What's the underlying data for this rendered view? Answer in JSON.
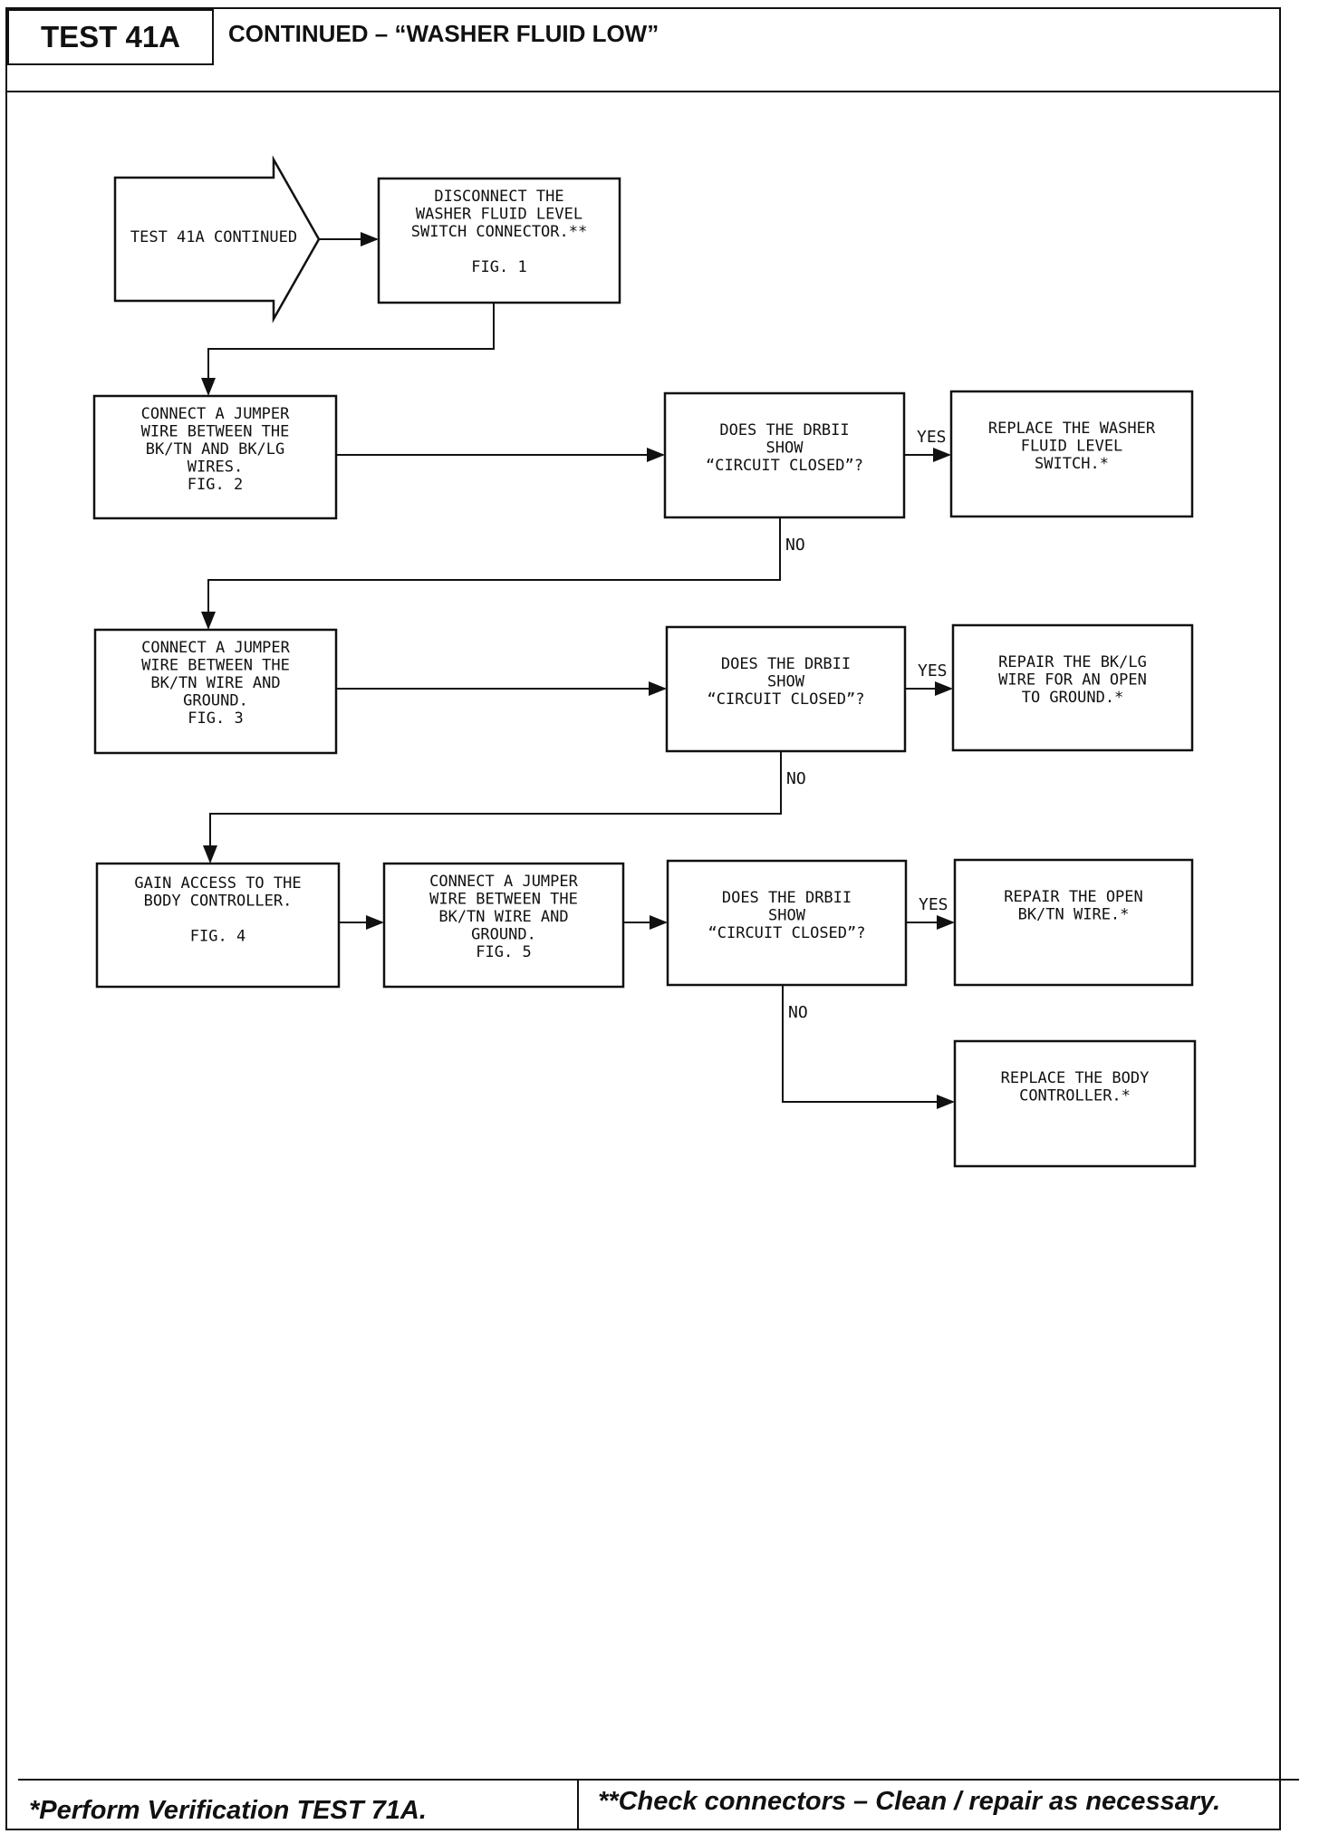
{
  "header": {
    "test_label": "TEST 41A",
    "title": "CONTINUED – “WASHER FLUID LOW”"
  },
  "flowchart": {
    "start": "TEST 41A CONTINUED",
    "nodes": [
      {
        "id": "disconnect",
        "lines": [
          "DISCONNECT THE",
          "WASHER FLUID LEVEL",
          "SWITCH CONNECTOR.**",
          "",
          "FIG. 1"
        ]
      },
      {
        "id": "jumper-1",
        "lines": [
          "CONNECT A JUMPER",
          "WIRE BETWEEN THE",
          "BK/TN AND BK/LG",
          "WIRES.",
          "FIG. 2"
        ]
      },
      {
        "id": "decision-1",
        "lines": [
          "DOES THE DRBII",
          "SHOW",
          "“CIRCUIT CLOSED”?"
        ]
      },
      {
        "id": "replace-switch",
        "lines": [
          "REPLACE THE WASHER",
          "FLUID LEVEL",
          "SWITCH.*"
        ]
      },
      {
        "id": "jumper-2",
        "lines": [
          "CONNECT A JUMPER",
          "WIRE BETWEEN THE",
          "BK/TN WIRE AND",
          "GROUND.",
          "FIG. 3"
        ]
      },
      {
        "id": "decision-2",
        "lines": [
          "DOES THE DRBII",
          "SHOW",
          "“CIRCUIT CLOSED”?"
        ]
      },
      {
        "id": "repair-bklg",
        "lines": [
          "REPAIR THE BK/LG",
          "WIRE FOR AN OPEN",
          "TO GROUND.*"
        ]
      },
      {
        "id": "gain-access",
        "lines": [
          "GAIN ACCESS TO THE",
          "BODY CONTROLLER.",
          "",
          "FIG. 4"
        ]
      },
      {
        "id": "jumper-3",
        "lines": [
          "CONNECT A JUMPER",
          "WIRE BETWEEN THE",
          "BK/TN WIRE AND",
          "GROUND.",
          "FIG. 5"
        ]
      },
      {
        "id": "decision-3",
        "lines": [
          "DOES THE DRBII",
          "SHOW",
          "“CIRCUIT CLOSED”?"
        ]
      },
      {
        "id": "repair-bktn",
        "lines": [
          "REPAIR THE OPEN",
          "BK/TN WIRE.*"
        ]
      },
      {
        "id": "replace-controller",
        "lines": [
          "REPLACE THE BODY",
          "CONTROLLER.*"
        ]
      }
    ],
    "edge_labels": {
      "yes": "YES",
      "no": "NO"
    }
  },
  "footer": {
    "left": "*Perform Verification TEST 71A.",
    "right": "**Check connectors – Clean / repair as necessary."
  }
}
